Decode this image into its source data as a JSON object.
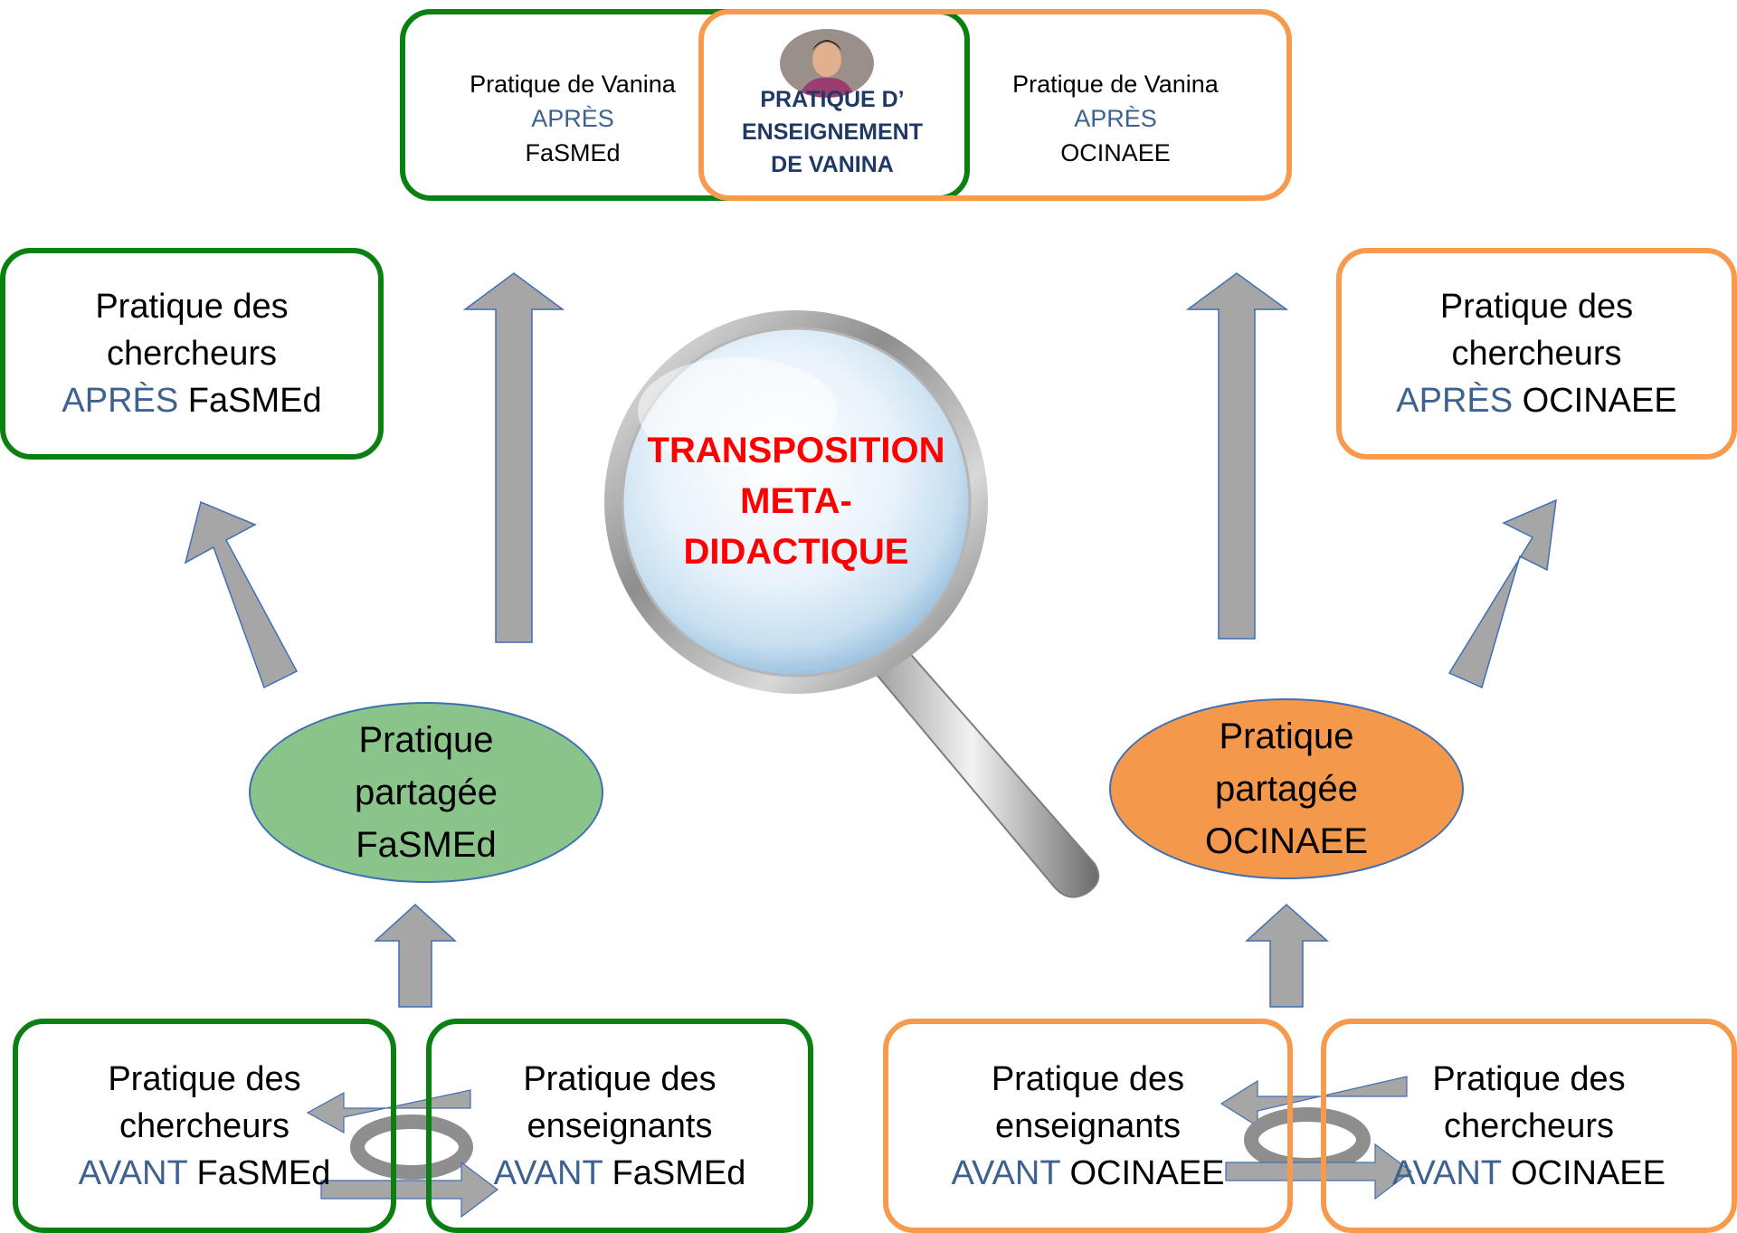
{
  "top": {
    "left_box": {
      "line1": "Pratique de Vanina",
      "line2": "APRÈS",
      "line3": "FaSMEd"
    },
    "center": {
      "line1": "PRATIQUE D’",
      "line2": "ENSEIGNEMENT",
      "line3": "DE VANINA"
    },
    "right_box": {
      "line1": "Pratique de Vanina",
      "line2": "APRÈS",
      "line3": "OCINAEE"
    }
  },
  "mid_left_box": {
    "line1": "Pratique des",
    "line2": "chercheurs",
    "after": "APRÈS",
    "project": "FaSMEd"
  },
  "mid_right_box": {
    "line1": "Pratique des",
    "line2": "chercheurs",
    "after": "APRÈS",
    "project": "OCINAEE"
  },
  "magnifier_text": {
    "line1": "TRANSPOSITION",
    "line2": "META-",
    "line3": "DIDACTIQUE"
  },
  "ellipse_left": {
    "line1": "Pratique",
    "line2": "partagée",
    "line3": "FaSMEd"
  },
  "ellipse_right": {
    "line1": "Pratique",
    "line2": "partagée",
    "line3": "OCINAEE"
  },
  "bottom": {
    "b1": {
      "line1": "Pratique des",
      "line2": "chercheurs",
      "before": "AVANT",
      "project": "FaSMEd"
    },
    "b2": {
      "line1": "Pratique des",
      "line2": "enseignants",
      "before": "AVANT",
      "project": "FaSMEd"
    },
    "b3": {
      "line1": "Pratique des",
      "line2": "enseignants",
      "before": "AVANT",
      "project": "OCINAEE"
    },
    "b4": {
      "line1": "Pratique des",
      "line2": "chercheurs",
      "before": "AVANT",
      "project": "OCINAEE"
    }
  },
  "colors": {
    "green_border": "#0a7f12",
    "orange_border": "#f79a4d",
    "green_fill": "#8ac48a",
    "orange_fill": "#f4984b",
    "arrow_fill": "#a6a6a6",
    "arrow_stroke": "#3f6fb5",
    "title_red": "#ff0000",
    "label_blue": "#3e628f"
  }
}
